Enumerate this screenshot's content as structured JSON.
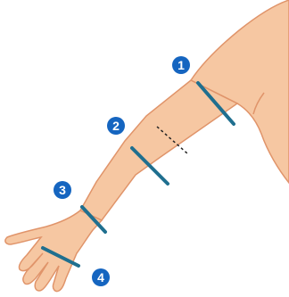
{
  "colors": {
    "skin": "#f6c7a2",
    "skin_outline": "#e0946a",
    "band": "#1f6f8f",
    "band_dashed": "#222222",
    "marker_fill": "#1565c0",
    "marker_text": "#ffffff",
    "background": "#ffffff"
  },
  "markers": [
    {
      "label": "1"
    },
    {
      "label": "2"
    },
    {
      "label": "3"
    },
    {
      "label": "4"
    }
  ]
}
